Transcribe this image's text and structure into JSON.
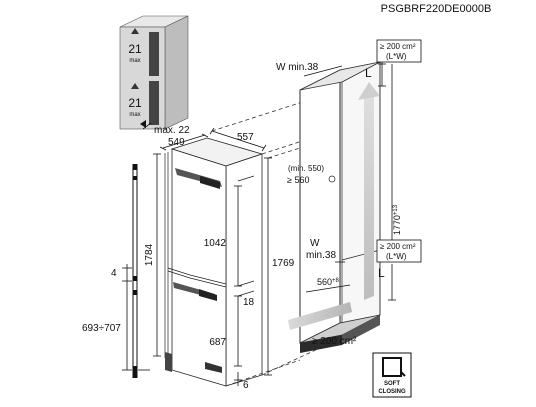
{
  "model_code": "PSGBRF220DE0000B",
  "cabinet_icon": {
    "top_value": "21",
    "top_unit": "max",
    "bottom_value": "21",
    "bottom_unit": "max"
  },
  "dimensions": {
    "max_22": "max. 22",
    "d549": "549",
    "d557": "557",
    "d1784": "1784",
    "d1042": "1042",
    "d1769": "1769",
    "d18": "18",
    "d687": "687",
    "d6": "6",
    "d4": "4",
    "d693_707": "693÷707",
    "w_min_38_top": "W min.38",
    "w_min_38_bottom_a": "W",
    "w_min_38_bottom_b": "min.38",
    "min_550": "(min. 550)",
    "ge_560": "≥ 560",
    "d1770": "1770",
    "d1770_tol": "+13",
    "d560": "560",
    "d560_tol": "+8",
    "l_top": "L",
    "l_bottom": "L",
    "vent_top_a": "≥ 200 cm²",
    "vent_top_b": "(L*W)",
    "vent_mid_a": "≥ 200 cm²",
    "vent_mid_b": "(L*W)",
    "vent_bottom": "≥ 200 cm²"
  },
  "badge": {
    "line1": "SOFT",
    "line2": "CLOSING"
  },
  "colors": {
    "ink": "#111111",
    "frame_light": "#f4f4f4",
    "frame_mid": "#cfcfcf",
    "frame_dark": "#444444",
    "airflow": "#c9c9c9"
  }
}
